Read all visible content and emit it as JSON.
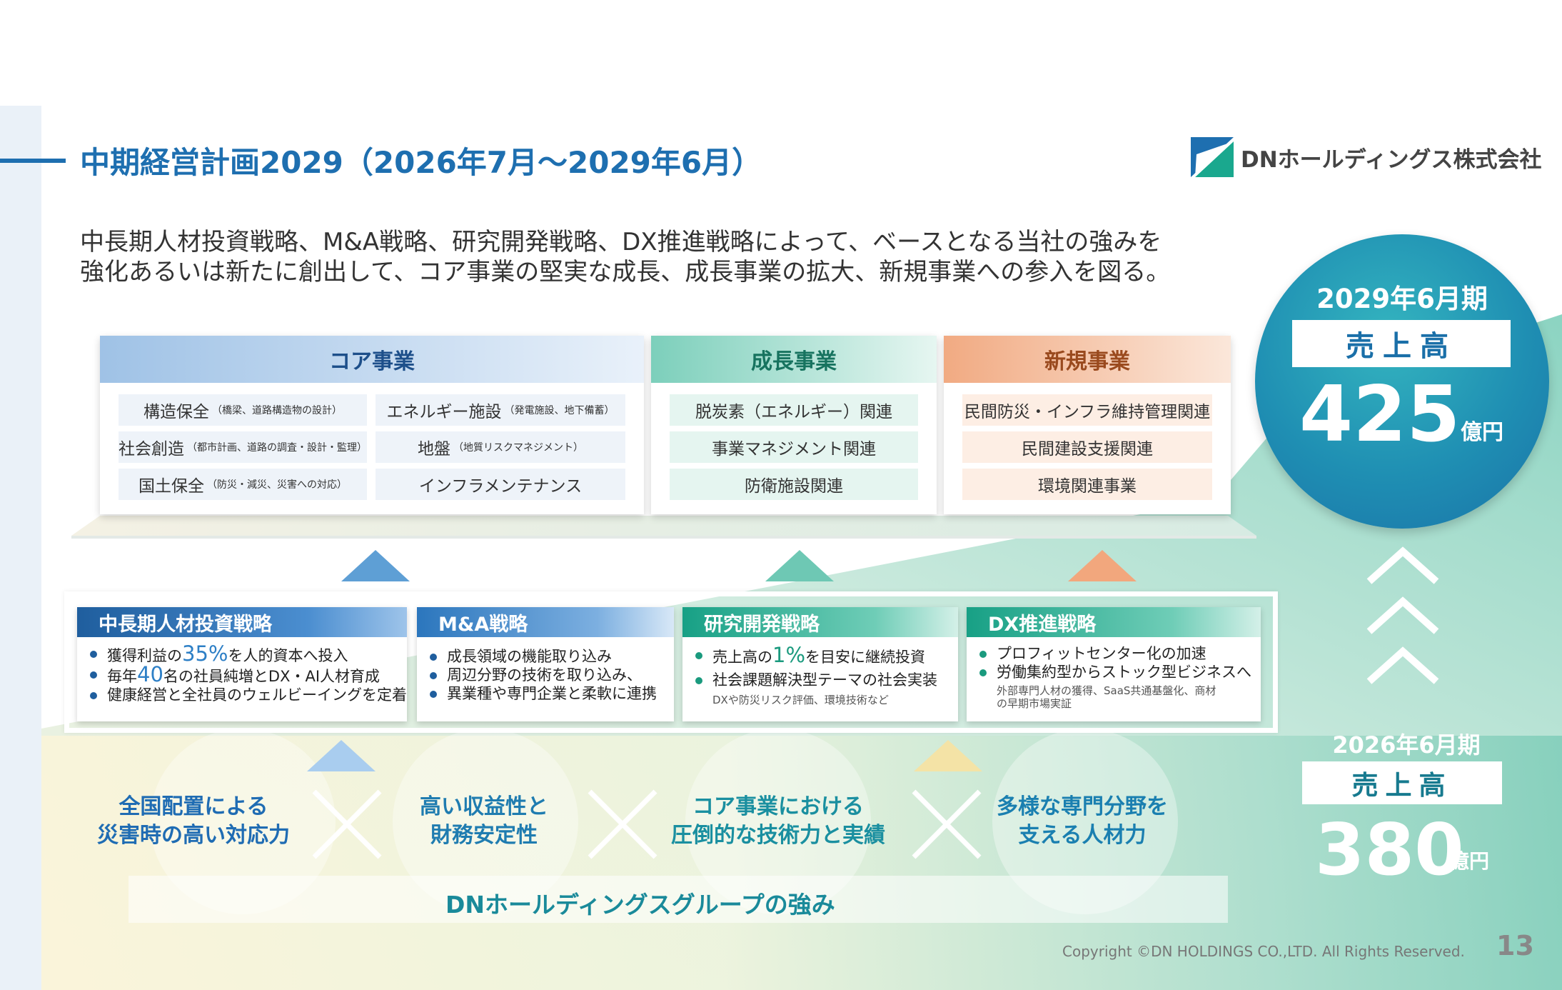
{
  "title": "中期経営計画2029（2026年7月～2029年6月）",
  "logo": {
    "company": "DNホールディングス株式会社",
    "icon": "dn-logo-icon"
  },
  "lead": {
    "line1": "中長期人材投資戦略、M&A戦略、研究開発戦略、DX推進戦略によって、ベースとなる当社の強みを",
    "line2": "強化あるいは新たに創出して、コア事業の堅実な成長、成長事業の拡大、新規事業への参入を図る。"
  },
  "core": {
    "title": "コア事業",
    "items": [
      {
        "main": "構造保全",
        "sub": "（橋梁、道路構造物の設計）"
      },
      {
        "main": "エネルギー施設",
        "sub": "（発電施設、地下備蓄）"
      },
      {
        "main": "社会創造",
        "sub": "（都市計画、道路の調査・設計・監理）"
      },
      {
        "main": "地盤",
        "sub": "（地質リスクマネジメント）"
      },
      {
        "main": "国土保全",
        "sub": "（防災・減災、災害への対応）"
      },
      {
        "main": "インフラメンテナンス",
        "sub": ""
      }
    ]
  },
  "growth": {
    "title": "成長事業",
    "items": [
      "脱炭素（エネルギー）関連",
      "事業マネジメント関連",
      "防衛施設関連"
    ]
  },
  "new_biz": {
    "title": "新規事業",
    "items": [
      "民間防災・インフラ維持管理関連",
      "民間建設支援関連",
      "環境関連事業"
    ]
  },
  "strategies": [
    {
      "title": "中長期人材投資戦略",
      "lines": [
        {
          "pre": "獲得利益の",
          "big": "35%",
          "post": "を人的資本へ投入"
        },
        {
          "pre": "毎年",
          "big": "40",
          "post": "名の社員純増とDX・AI人材育成"
        },
        {
          "pre": "健康経営と全社員のウェルビーイングを定着",
          "big": "",
          "post": ""
        }
      ]
    },
    {
      "title": "M&A戦略",
      "lines": [
        "成長領域の機能取り込み",
        "周辺分野の技術を取り込み、",
        "異業種や専門企業と柔軟に連携"
      ]
    },
    {
      "title": "研究開発戦略",
      "lines": [
        {
          "pre": "売上高の",
          "big": "1%",
          "post": "を目安に継続投資"
        },
        {
          "pre": "社会課題解決型テーマの社会実装",
          "big": "",
          "post": ""
        }
      ],
      "note": "DXや防災リスク評価、環境技術など"
    },
    {
      "title": "DX推進戦略",
      "lines": [
        "プロフィットセンター化の加速",
        "労働集約型からストック型ビジネスへ"
      ],
      "note1": "外部専門人材の獲得、SaaS共通基盤化、商材",
      "note2": "の早期市場実証"
    }
  ],
  "strengths": [
    {
      "line1": "全国配置による",
      "line2": "災害時の高い対応力"
    },
    {
      "line1": "高い収益性と",
      "line2": "財務安定性"
    },
    {
      "line1": "コア事業における",
      "line2": "圧倒的な技術力と実績"
    },
    {
      "line1": "多様な専門分野を",
      "line2": "支える人材力"
    }
  ],
  "group_label": "DNホールディングスグループの強み",
  "target": {
    "period": "2029年6月期",
    "label": "売上高",
    "value": "425",
    "unit": "億円"
  },
  "current": {
    "period": "2026年6月期",
    "label": "売上高",
    "value": "380",
    "unit": "億円"
  },
  "copyright": "Copyright ©DN HOLDINGS CO.,LTD. All Rights Reserved.",
  "page_number": "13",
  "colors": {
    "primary": "#1e6fb0",
    "teal": "#1a9a7e",
    "orange": "#e8894f"
  }
}
